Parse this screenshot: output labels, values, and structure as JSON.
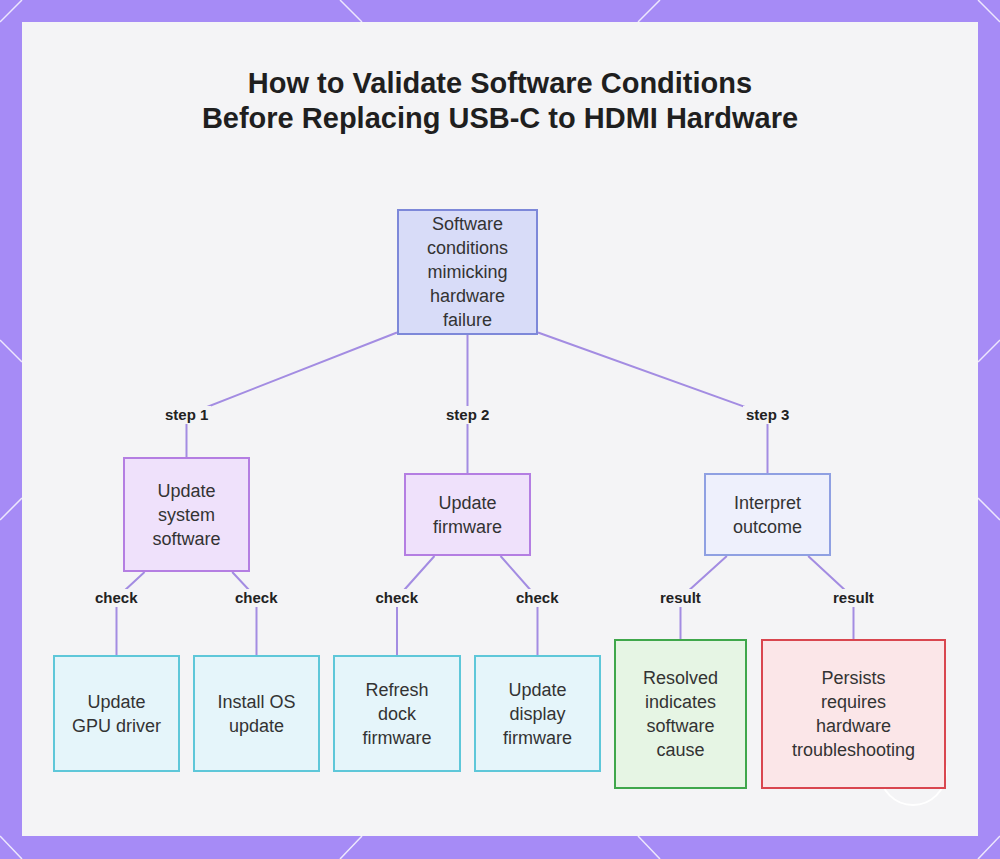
{
  "diagram": {
    "title": "How to Validate Software Conditions Before Replacing USB-C to HDMI Hardware",
    "nodes": [
      {
        "text": [
          "Software conditions mimicking hardware failure"
        ]
      },
      {
        "text": [
          "Update system software"
        ]
      },
      {
        "text": [
          "Update firmware"
        ]
      },
      {
        "text": [
          "Interpret outcome"
        ]
      },
      {
        "text": [
          "Update GPU driver"
        ]
      },
      {
        "text": [
          "Install OS update"
        ]
      },
      {
        "text": [
          "Refresh dock firmware"
        ]
      },
      {
        "text": [
          "Update display firmware"
        ]
      },
      {
        "text": [
          "Resolved indicates software cause"
        ]
      },
      {
        "text": [
          "Persists requires hardware troubleshooting"
        ]
      }
    ],
    "edges": [
      {
        "from": 0,
        "to": 1,
        "label": "step 1",
        "arrow": "none"
      },
      {
        "from": 0,
        "to": 2,
        "label": "step 2",
        "arrow": "none"
      },
      {
        "from": 0,
        "to": 3,
        "label": "step 3",
        "arrow": "none"
      },
      {
        "from": 1,
        "to": 4,
        "label": "check",
        "arrow": "none"
      },
      {
        "from": 1,
        "to": 5,
        "label": "check",
        "arrow": "none"
      },
      {
        "from": 2,
        "to": 6,
        "label": "check",
        "arrow": "none"
      },
      {
        "from": 2,
        "to": 7,
        "label": "check",
        "arrow": "none"
      },
      {
        "from": 3,
        "to": 8,
        "label": "result",
        "arrow": "none"
      },
      {
        "from": 3,
        "to": 9,
        "label": "result",
        "arrow": "none"
      }
    ]
  }
}
